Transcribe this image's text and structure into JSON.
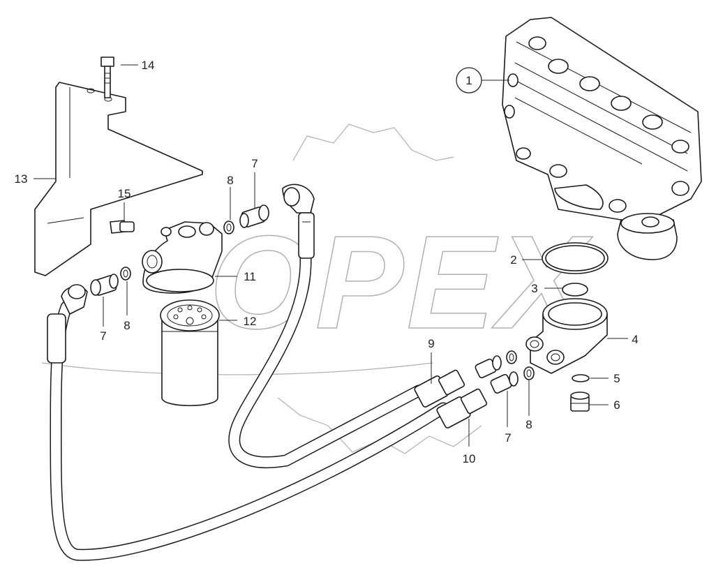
{
  "callouts": {
    "c1": "1",
    "c2": "2",
    "c3": "3",
    "c4": "4",
    "c5": "5",
    "c6": "6",
    "c7a": "7",
    "c7b": "7",
    "c7c": "7",
    "c8a": "8",
    "c8b": "8",
    "c8c": "8",
    "c9": "9",
    "c10": "10",
    "c11": "11",
    "c12": "12",
    "c13": "13",
    "c14": "14",
    "c15": "15"
  },
  "watermark": {
    "text": "OPEX"
  },
  "colors": {
    "line": "#1a1a1a",
    "watermark": "#b0b0b0",
    "background": "#ffffff"
  }
}
